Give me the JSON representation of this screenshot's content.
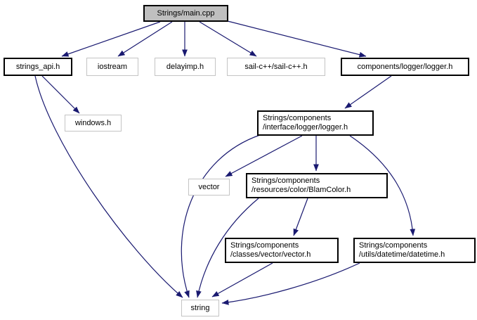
{
  "diagram": {
    "type": "include-dependency-graph",
    "colors": {
      "edge": "#191970",
      "linked_border": "#000000",
      "external_border": "#c4c4c4",
      "current_fill": "#bfbfbf",
      "text": "#000000",
      "background": "#ffffff"
    },
    "nodes": [
      {
        "id": "main",
        "style": "current",
        "lines": [
          "Strings/main.cpp"
        ]
      },
      {
        "id": "api",
        "style": "linked",
        "lines": [
          "strings_api.h"
        ]
      },
      {
        "id": "iostream",
        "style": "external",
        "lines": [
          "iostream"
        ]
      },
      {
        "id": "delayimp",
        "style": "external",
        "lines": [
          "delayimp.h"
        ]
      },
      {
        "id": "sail",
        "style": "external",
        "lines": [
          "sail-c++/sail-c++.h"
        ]
      },
      {
        "id": "logger",
        "style": "linked",
        "lines": [
          "components/logger/logger.h"
        ]
      },
      {
        "id": "windows",
        "style": "external",
        "lines": [
          "windows.h"
        ]
      },
      {
        "id": "iface",
        "style": "linked",
        "lines": [
          "Strings/components",
          "/interface/logger/logger.h"
        ]
      },
      {
        "id": "vector",
        "style": "external",
        "lines": [
          "vector"
        ]
      },
      {
        "id": "blam",
        "style": "linked",
        "lines": [
          "Strings/components",
          "/resources/color/BlamColor.h"
        ]
      },
      {
        "id": "vecth",
        "style": "linked",
        "lines": [
          "Strings/components",
          "/classes/vector/vector.h"
        ]
      },
      {
        "id": "datetime",
        "style": "linked",
        "lines": [
          "Strings/components",
          "/utils/datetime/datetime.h"
        ]
      },
      {
        "id": "string",
        "style": "external",
        "lines": [
          "string"
        ]
      }
    ],
    "edges": [
      {
        "from": "Strings/main.cpp",
        "to": "strings_api.h"
      },
      {
        "from": "Strings/main.cpp",
        "to": "iostream"
      },
      {
        "from": "Strings/main.cpp",
        "to": "delayimp.h"
      },
      {
        "from": "Strings/main.cpp",
        "to": "sail-c++/sail-c++.h"
      },
      {
        "from": "Strings/main.cpp",
        "to": "components/logger/logger.h"
      },
      {
        "from": "strings_api.h",
        "to": "windows.h"
      },
      {
        "from": "strings_api.h",
        "to": "string"
      },
      {
        "from": "components/logger/logger.h",
        "to": "Strings/components/interface/logger/logger.h"
      },
      {
        "from": "Strings/components/interface/logger/logger.h",
        "to": "vector"
      },
      {
        "from": "Strings/components/interface/logger/logger.h",
        "to": "Strings/components/resources/color/BlamColor.h"
      },
      {
        "from": "Strings/components/interface/logger/logger.h",
        "to": "string"
      },
      {
        "from": "Strings/components/interface/logger/logger.h",
        "to": "Strings/components/utils/datetime/datetime.h"
      },
      {
        "from": "Strings/components/resources/color/BlamColor.h",
        "to": "Strings/components/classes/vector/vector.h"
      },
      {
        "from": "Strings/components/resources/color/BlamColor.h",
        "to": "string"
      },
      {
        "from": "Strings/components/classes/vector/vector.h",
        "to": "string"
      },
      {
        "from": "Strings/components/utils/datetime/datetime.h",
        "to": "string"
      }
    ]
  }
}
